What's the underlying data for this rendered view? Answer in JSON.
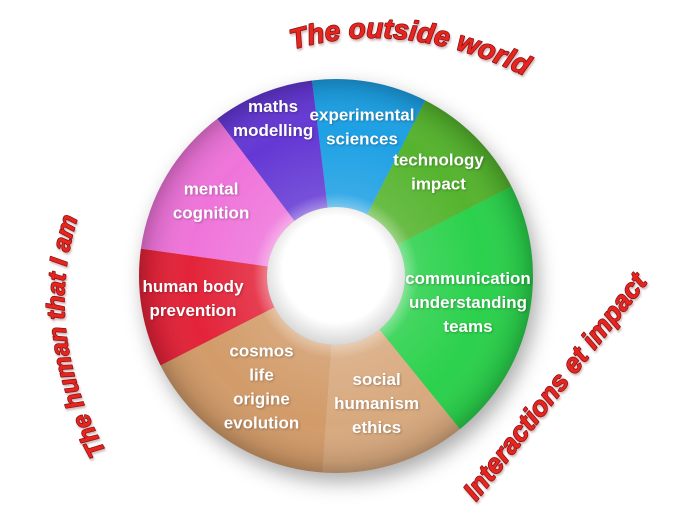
{
  "chart_data": {
    "type": "pie",
    "subtype": "donut",
    "background_color": "#ffffff",
    "segment_label_color": "#ffffff",
    "ring_label_fill": "#e8241f",
    "ring_label_stroke": "#7c1013",
    "segments": [
      {
        "id": "experimental-sciences",
        "label_lines": [
          "experimental",
          "sciences"
        ],
        "color": "#1da0e4",
        "start_angle": -7,
        "end_angle": 27,
        "span_degrees": 34
      },
      {
        "id": "technology-impact",
        "label_lines": [
          "technology",
          "impact"
        ],
        "color": "#55b42e",
        "start_angle": 27,
        "end_angle": 63,
        "span_degrees": 36
      },
      {
        "id": "communication-understanding-teams",
        "label_lines": [
          "communication",
          "understanding",
          "teams"
        ],
        "color": "#2bd14c",
        "start_angle": 63,
        "end_angle": 141,
        "span_degrees": 78
      },
      {
        "id": "social-humanism-ethics",
        "label_lines": [
          "social",
          "humanism",
          "ethics"
        ],
        "color": "#d8a97e",
        "start_angle": 141,
        "end_angle": 184,
        "span_degrees": 43
      },
      {
        "id": "cosmos-life-origine-evolution",
        "label_lines": [
          "cosmos",
          "life",
          "origine",
          "evolution"
        ],
        "color": "#d29b69",
        "start_angle": 184,
        "end_angle": 243,
        "span_degrees": 59
      },
      {
        "id": "human-body-prevention",
        "label_lines": [
          "human body",
          "prevention"
        ],
        "color": "#e32339",
        "start_angle": 243,
        "end_angle": 278,
        "span_degrees": 35
      },
      {
        "id": "mental-cognition",
        "label_lines": [
          "mental",
          "cognition"
        ],
        "color": "#ef74da",
        "start_angle": 278,
        "end_angle": 323,
        "span_degrees": 45
      },
      {
        "id": "maths-modelling",
        "label_lines": [
          "maths",
          "modelling"
        ],
        "color": "#6438d4",
        "start_angle": 323,
        "end_angle": 353,
        "span_degrees": 30
      }
    ],
    "ring_labels": [
      {
        "id": "outside-world",
        "text": "The outside world",
        "position": "top"
      },
      {
        "id": "human-that-i-am",
        "text": "The human that I am",
        "position": "left"
      },
      {
        "id": "interactions-et-impact",
        "text": "Interactions et impact",
        "position": "right"
      }
    ]
  }
}
